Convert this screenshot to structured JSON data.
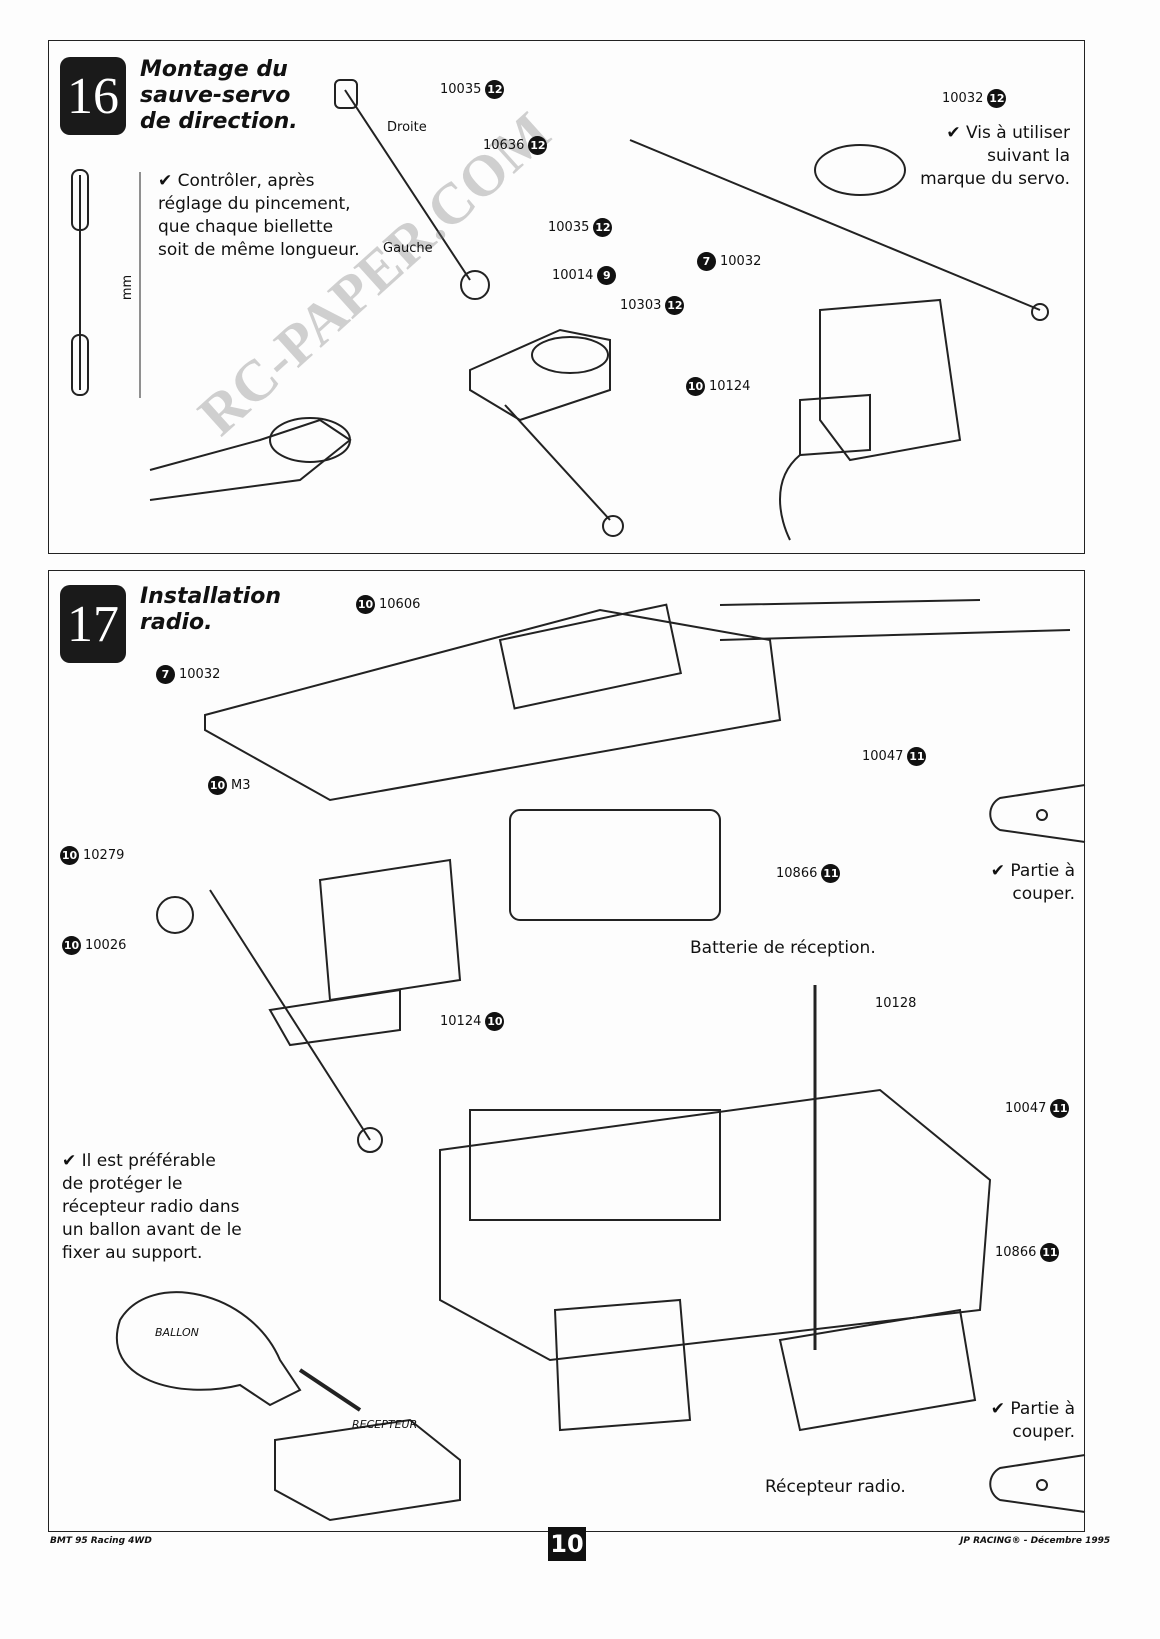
{
  "watermark": "RC-PAPER.COM",
  "step16": {
    "number": "16",
    "title": [
      "Montage du",
      "sauve-servo",
      "de direction."
    ],
    "note": "✔ Contrôler, après réglage du pincement, que chaque biellette soit de même longueur.",
    "note2": "✔ Vis à utiliser suivant la marque du servo.",
    "droite": "Droite",
    "gauche": "Gauche",
    "mm": "mm",
    "parts": [
      {
        "ref": "10035",
        "bag": "12"
      },
      {
        "ref": "10636",
        "bag": "12"
      },
      {
        "ref": "10035",
        "bag": "12"
      },
      {
        "ref": "10014",
        "bag": "9"
      },
      {
        "ref": "10303",
        "bag": "12"
      },
      {
        "ref": "10032",
        "bag": "12"
      },
      {
        "ref": "10032",
        "bag": "7"
      },
      {
        "ref": "10124",
        "bag": "10"
      }
    ]
  },
  "step17": {
    "number": "17",
    "title": [
      "Installation",
      "radio."
    ],
    "parts": [
      {
        "ref": "10606",
        "bag": "10"
      },
      {
        "ref": "10032",
        "bag": "7"
      },
      {
        "ref": "M3",
        "bag": "10"
      },
      {
        "ref": "10047",
        "bag": "11"
      },
      {
        "ref": "10866",
        "bag": "11"
      },
      {
        "ref": "10279",
        "bag": "10"
      },
      {
        "ref": "10026",
        "bag": "10"
      },
      {
        "ref": "10124",
        "bag": "10"
      },
      {
        "ref": "10128",
        "bag": ""
      },
      {
        "ref": "10047",
        "bag": "11"
      },
      {
        "ref": "10866",
        "bag": "11"
      }
    ],
    "battery": "Batterie de réception.",
    "cut1": "✔ Partie à couper.",
    "cut2": "✔ Partie à couper.",
    "balloon_note": "✔ Il est préférable de protéger le récepteur radio dans un ballon avant de le fixer  au support.",
    "balloon": "BALLON",
    "receiver_box": "RECEPTEUR",
    "receiver": "Récepteur radio."
  },
  "footer": {
    "left": "BMT 95 Racing 4WD",
    "page": "10",
    "right": "JP RACING® - Décembre 1995"
  }
}
